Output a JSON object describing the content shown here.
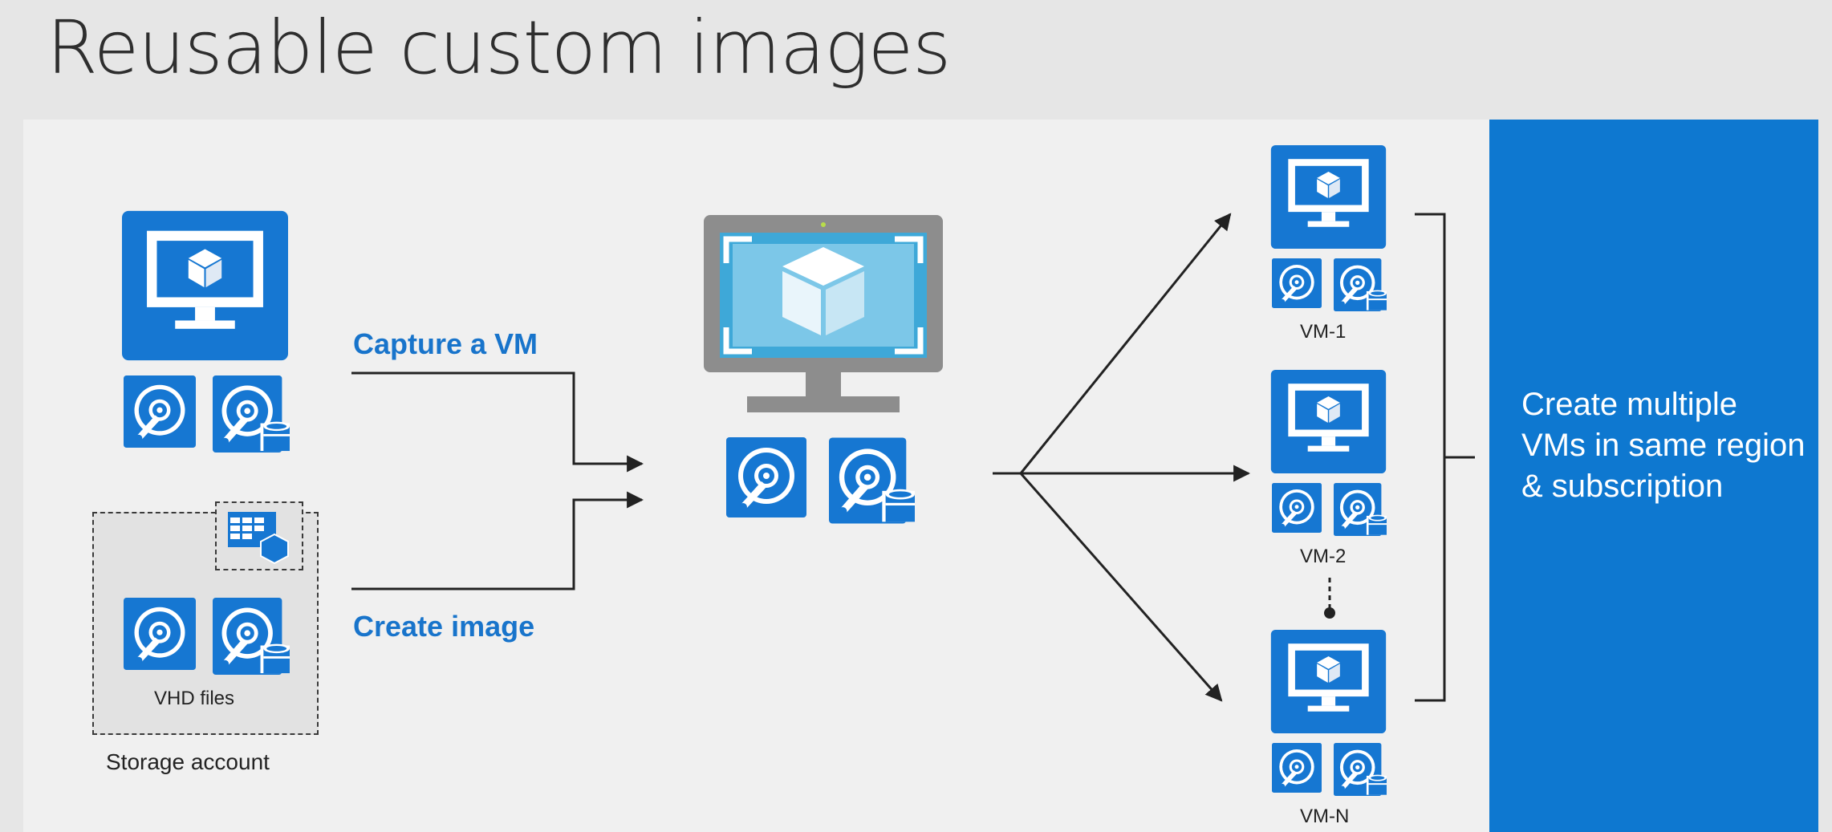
{
  "title": "Reusable custom images",
  "flow": {
    "capture_label": "Capture a VM",
    "create_label": "Create image"
  },
  "storage": {
    "vhd_label": "VHD files",
    "account_label": "Storage account"
  },
  "vms": [
    {
      "label": "VM-1"
    },
    {
      "label": "VM-2"
    },
    {
      "label": "VM-N"
    }
  ],
  "sidebar": {
    "text": "Create multiple VMs in same region & subscription"
  },
  "icons": {
    "vm": "virtual-machine-icon",
    "os_disk": "os-disk-icon",
    "data_disk": "data-disk-icon",
    "image": "custom-image-icon",
    "table": "storage-table-icon"
  },
  "colors": {
    "azure_blue": "#0e78d0",
    "icon_blue": "#1677d2",
    "label_blue": "#1874cb",
    "gray_monitor": "#8d8d8d"
  }
}
